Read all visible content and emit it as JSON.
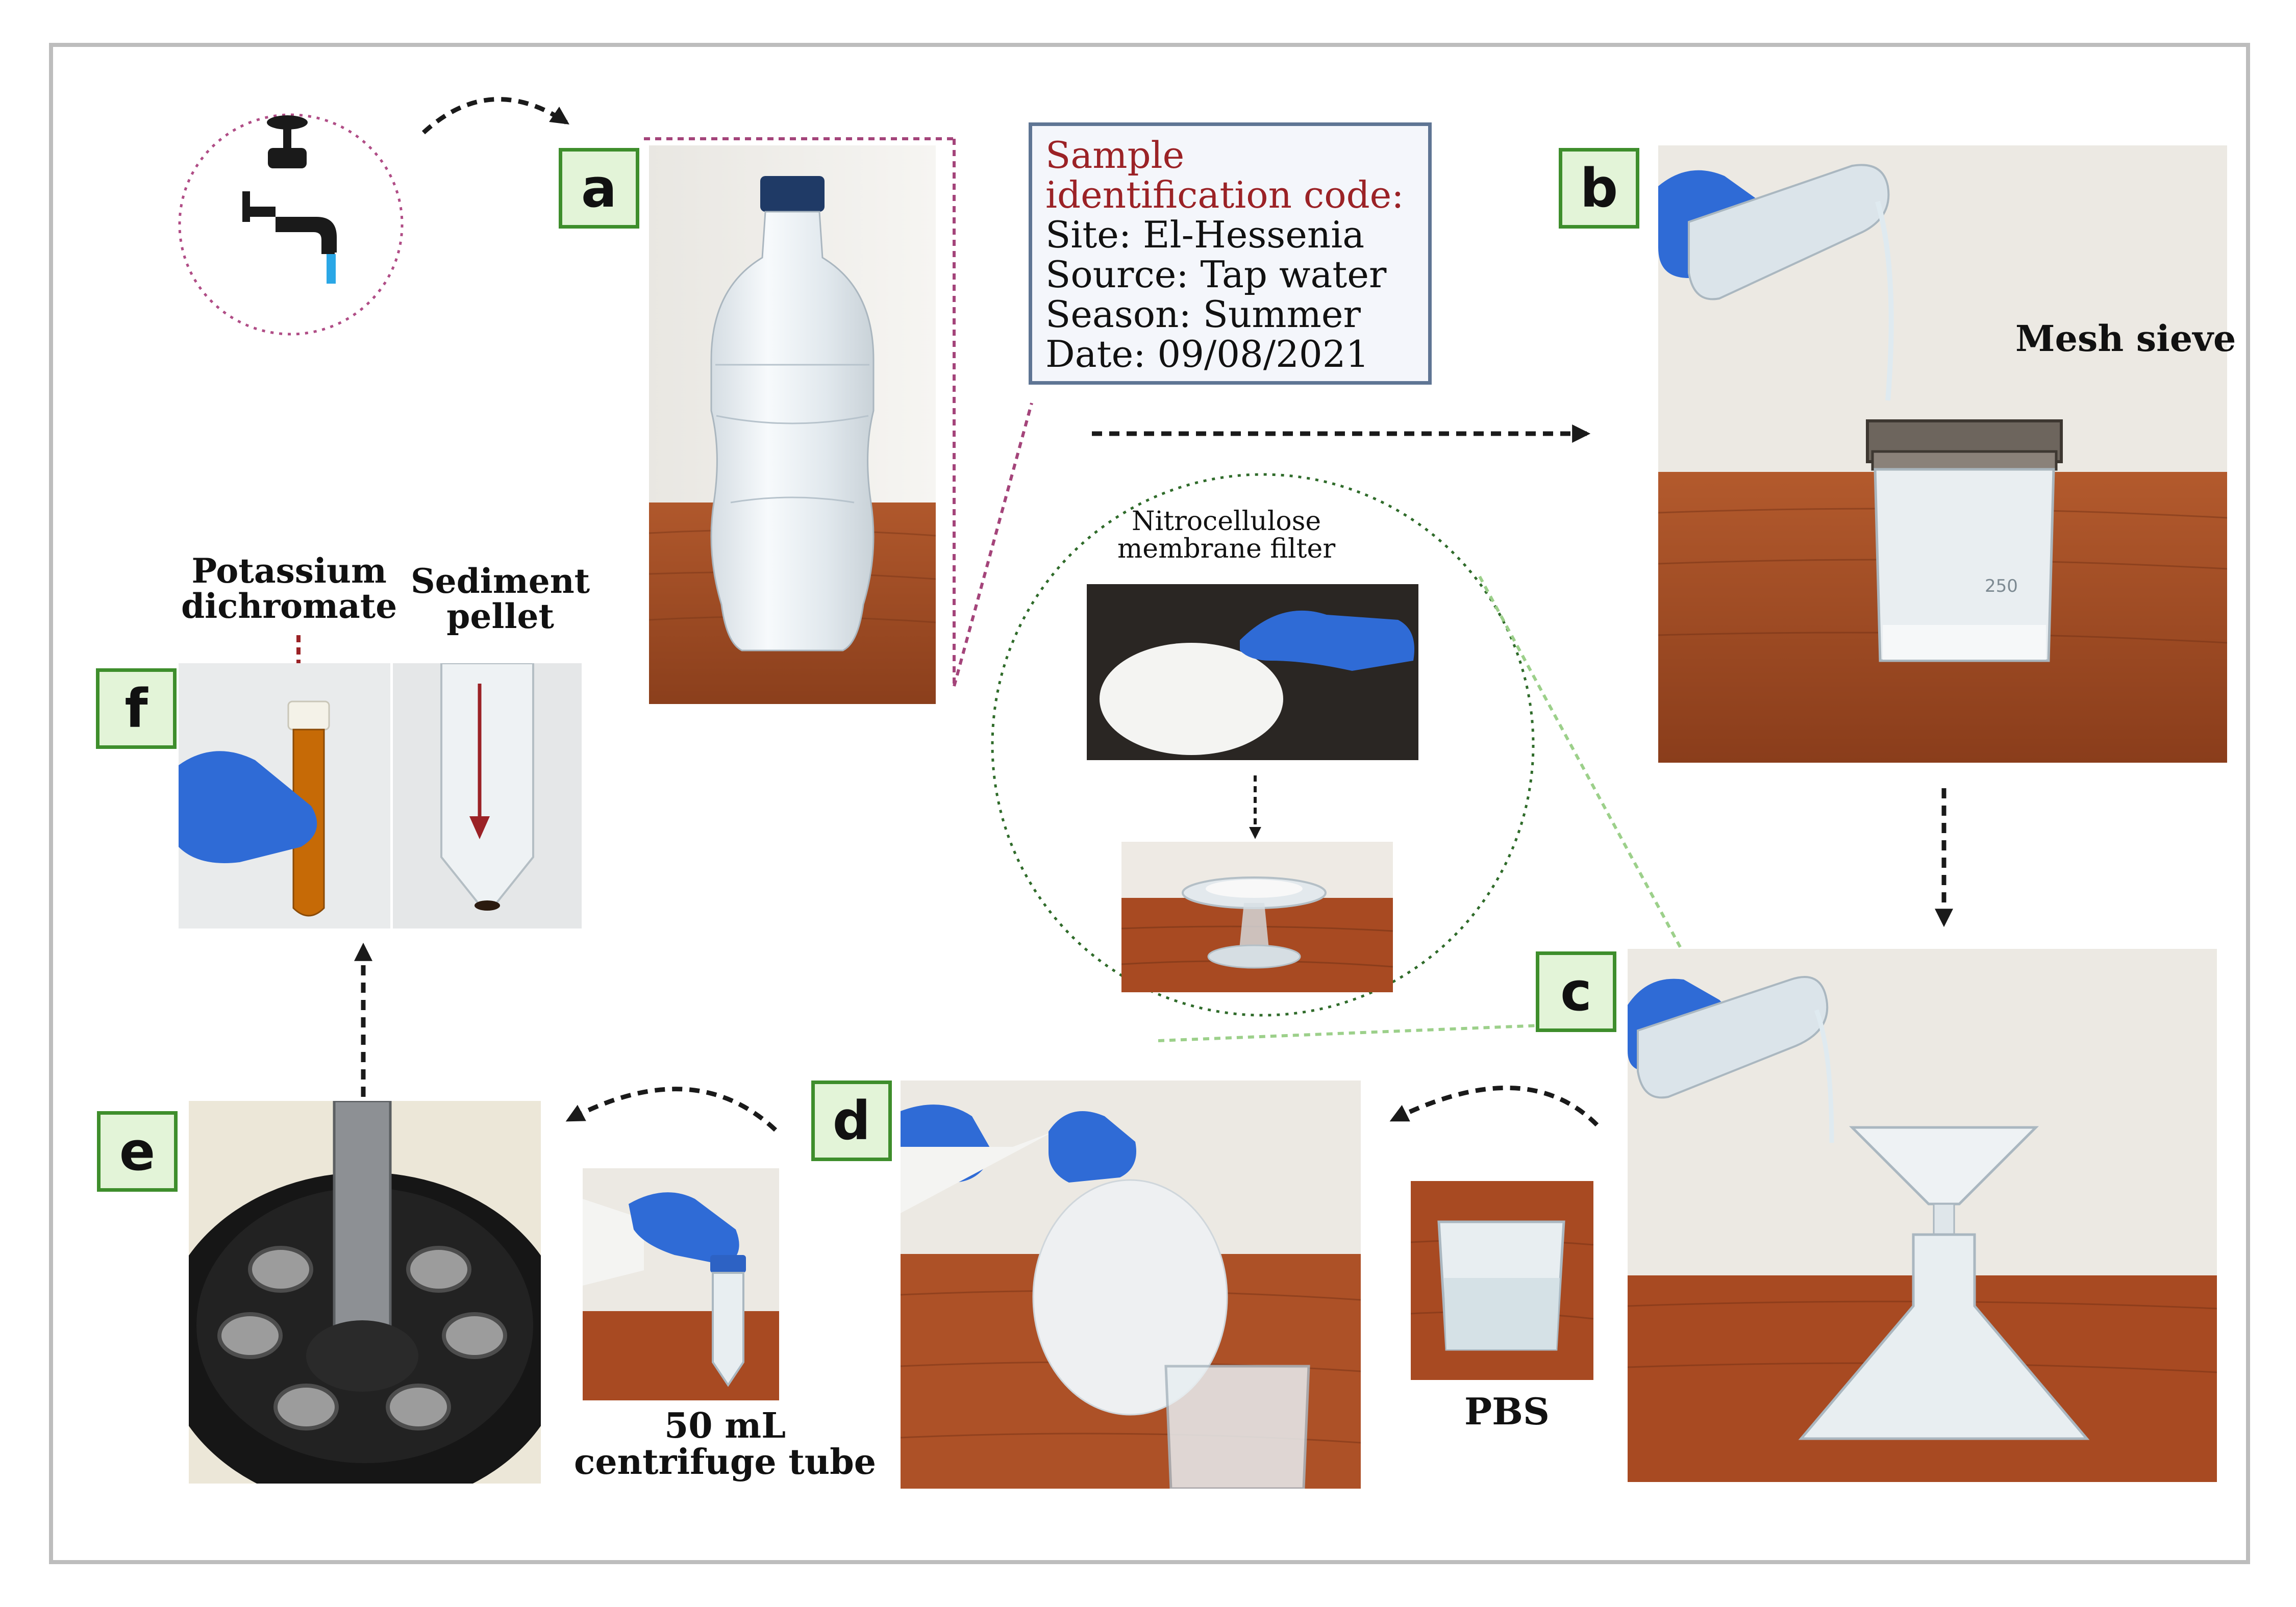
{
  "steps": {
    "a": "a",
    "b": "b",
    "c": "c",
    "d": "d",
    "e": "e",
    "f": "f"
  },
  "sample_info": {
    "title": "Sample identification code:",
    "site": "Site: El-Hessenia",
    "source": "Source: Tap water",
    "season": "Season: Summer",
    "date": "Date: 09/08/2021"
  },
  "labels": {
    "mesh_sieve": "Mesh sieve",
    "nitro_filter_line1": "Nitrocellulose",
    "nitro_filter_line2": "membrane filter",
    "pbs": "PBS",
    "tube_line1": "50 mL",
    "tube_line2": "centrifuge tube",
    "potassium_line1": "Potassium",
    "potassium_line2": "dichromate",
    "sediment_line1": "Sediment",
    "sediment_line2": "pellet"
  },
  "icons": {
    "tap": "water-tap-icon",
    "flow_arrow": "dashed-curved-arrow-icon"
  },
  "colors": {
    "badge_fill": "#e3f4d8",
    "badge_border": "#3e8e2c",
    "id_title": "#9b2226",
    "id_border": "#5f7594",
    "magenta_dotted": "#a4447a",
    "green_dotted": "#2f6b2a",
    "light_green_dotted": "#9cd08a",
    "glove": "#2f6bd6",
    "wood": "#a9532c"
  }
}
